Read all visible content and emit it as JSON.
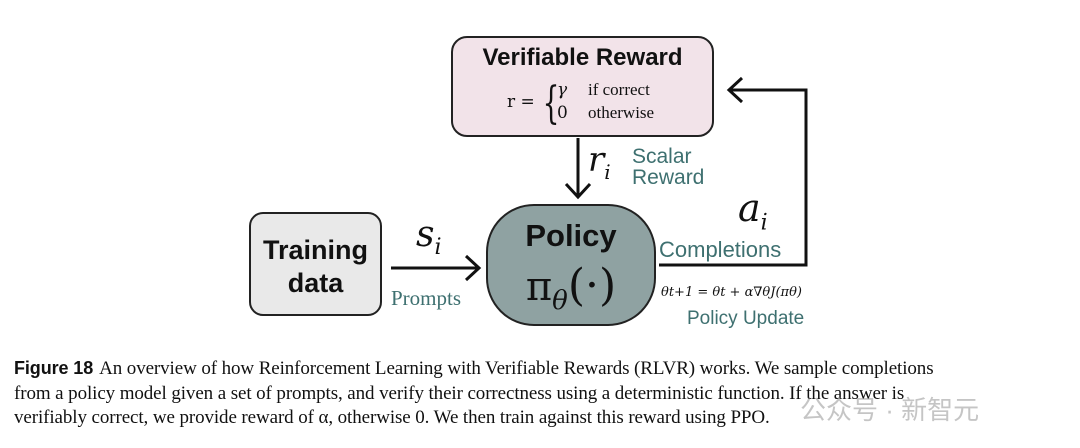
{
  "reward_box": {
    "title": "Verifiable Reward",
    "formula_lhs": "r =",
    "case1_value": "γ",
    "case1_condition": "if correct",
    "case2_value": "0",
    "case2_condition": "otherwise"
  },
  "reward_arrow": {
    "symbol": "r",
    "subscript": "i",
    "label_line1": "Scalar",
    "label_line2": "Reward"
  },
  "training_box": {
    "line1": "Training",
    "line2": "data"
  },
  "prompt_arrow": {
    "symbol": "s",
    "subscript": "i",
    "label": "Prompts"
  },
  "policy_box": {
    "title": "Policy",
    "formula": "π",
    "subscript": "θ",
    "args": "(·)"
  },
  "completion_arrow": {
    "symbol": "a",
    "subscript": "i",
    "label": "Completions"
  },
  "policy_update": {
    "formula": "θt+1 = θt + α∇θJ(πθ)",
    "label": "Policy Update"
  },
  "caption": {
    "figure_label": "Figure 18",
    "line1": "An overview of how Reinforcement Learning with Verifiable Rewards (RLVR) works. We sample completions",
    "line2": "from a policy model given a set of prompts, and verify their correctness using a deterministic function. If the answer is",
    "line3": "verifiably correct, we provide reward of α, otherwise 0. We then train against this reward using PPO."
  },
  "watermark": "公众号 · 新智元",
  "colors": {
    "reward_fill": "#f2e3e9",
    "training_fill": "#e9e9e9",
    "policy_fill": "#8fa2a2",
    "teal": "#3e7070"
  }
}
